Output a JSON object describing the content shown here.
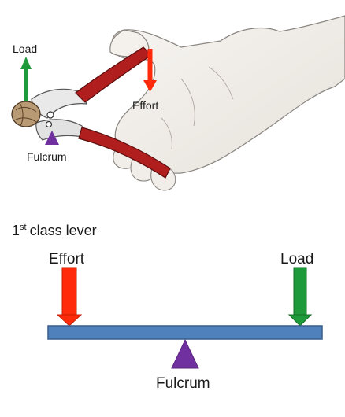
{
  "illustration": {
    "load_label": "Load",
    "effort_label": "Effort",
    "fulcrum_label": "Fulcrum"
  },
  "diagram": {
    "title_number": "1",
    "title_suffix": "st",
    "title_rest": "class lever",
    "effort_label": "Effort",
    "load_label": "Load",
    "fulcrum_label": "Fulcrum"
  },
  "colors": {
    "effort": "#ff2a0a",
    "load": "#1f9a3a",
    "fulcrum": "#7030a0",
    "beam": "#4f81bd",
    "handle": "#b01e1e",
    "hand_fill": "#f3f0ec"
  }
}
